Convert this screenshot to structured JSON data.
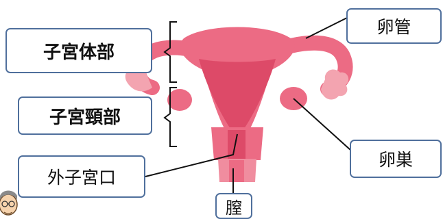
{
  "labels": {
    "corpus": "子宮体部",
    "cervix": "子宮頸部",
    "external_os": "外子宮口",
    "fallopian_tube": "卵管",
    "ovary": "卵巣",
    "vagina": "膣"
  },
  "colors": {
    "tissue": "#ec6b84",
    "tissue_dark": "#dd4a68",
    "tissue_light": "#f08d9f",
    "fimbria": "#f3a4b0",
    "box_border": "#4f6f9c",
    "leader_line": "#111111"
  },
  "icons": {
    "corner_character": "doctor-face-icon"
  }
}
